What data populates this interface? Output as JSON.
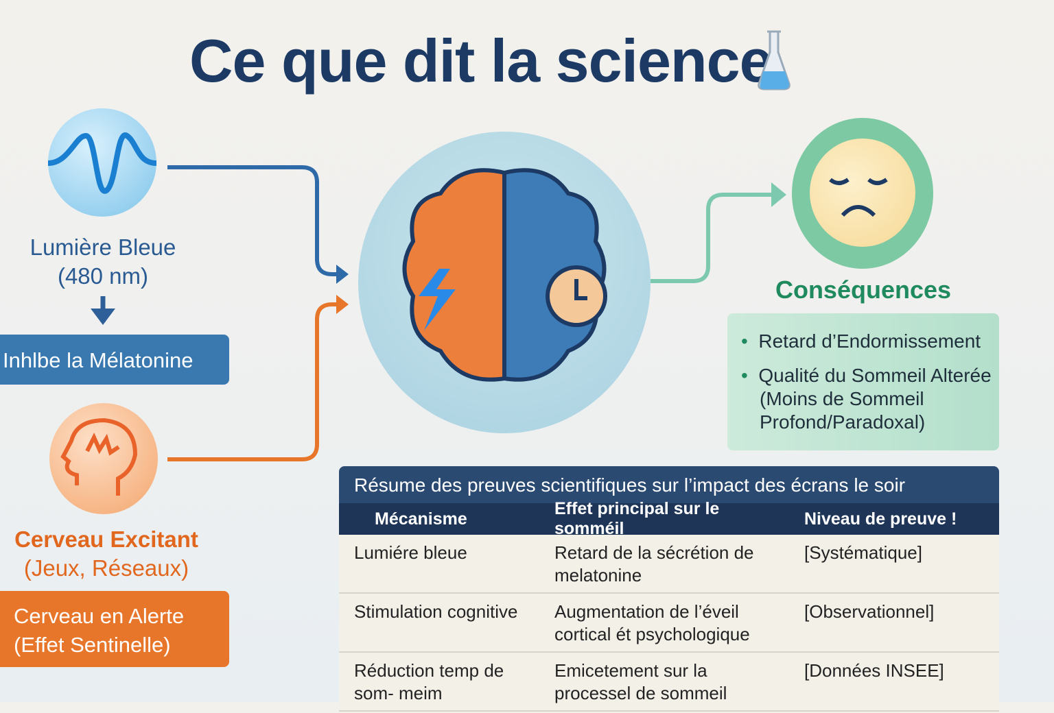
{
  "title": "Ce que dit la science",
  "icons": {
    "title": "flask-icon",
    "wave": "sine-wave-icon",
    "head": "agitated-head-icon",
    "brain": "brain-icon",
    "face": "sad-face-icon"
  },
  "left": {
    "blue_label": "Lumière Bleue",
    "blue_sub": "(480 nm)",
    "blue_box": "Inhlbe la Mélatonine",
    "orange_label": "Cerveau Excitant",
    "orange_sub": "(Jeux, Réseaux)",
    "orange_box_1": "Cerveau en Alerte",
    "orange_box_2": "(Effet Sentinelle)"
  },
  "consequences": {
    "title": "Conséquences",
    "items": [
      "Retard d’Endormissement",
      "Qualité du Sommeil Alterée"
    ],
    "item2_cont_1": "(Moins de Sommeil",
    "item2_cont_2": "Profond/Paradoxal)"
  },
  "table": {
    "caption": "Résume des preuves scientifiques sur l’impact des écrans le soir",
    "headers": [
      "Mécanisme",
      "Effet principal sur le somméil",
      "Niveau de preuve !"
    ],
    "rows": [
      [
        "Lumiére bleue",
        "Retard de la sécrétion de melatonine",
        "[Systématique]"
      ],
      [
        "Stimulation cognitive",
        "Augmentation de l’éveil cortical ét psychologique",
        "[Observationnel]"
      ],
      [
        "Réduction temp de som- meim",
        "Emicetement sur la processel de sommeil",
        "[Données INSEE]"
      ]
    ]
  },
  "colors": {
    "navy": "#1c3a64",
    "blue": "#3a78b0",
    "orange": "#e8762a",
    "green": "#1f8a5e",
    "green_box": "#bfe3d0"
  }
}
